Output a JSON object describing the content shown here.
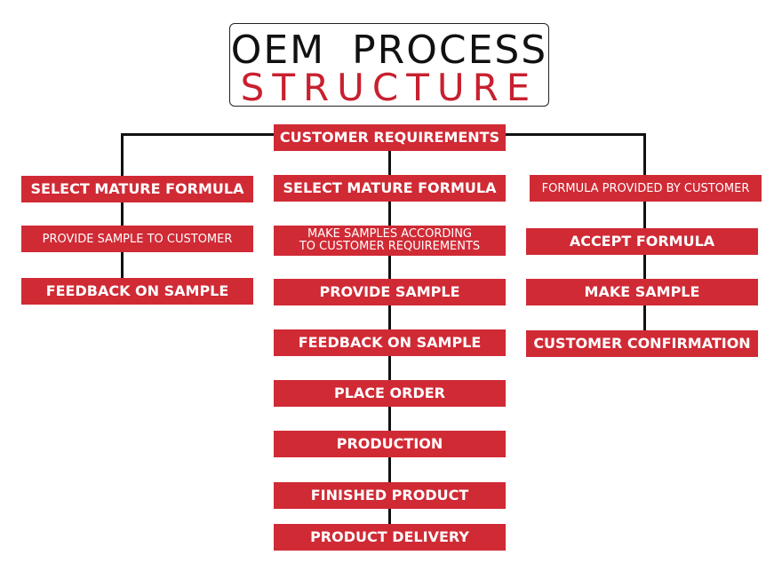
{
  "title": {
    "line1": "OEM PROCESS",
    "line2": "STRUCTURE"
  },
  "colors": {
    "box_fill": "#d02a35",
    "title_red": "#c8202f",
    "line": "#111111",
    "text": "#ffffff"
  },
  "root": "CUSTOMER REQUIREMENTS",
  "branches": {
    "left": [
      "SELECT MATURE FORMULA",
      "PROVIDE SAMPLE TO CUSTOMER",
      "FEEDBACK ON SAMPLE"
    ],
    "middle": [
      "SELECT MATURE FORMULA",
      "MAKE SAMPLES ACCORDING\nTO CUSTOMER REQUIREMENTS",
      "PROVIDE SAMPLE",
      "FEEDBACK ON SAMPLE",
      "PLACE ORDER",
      "PRODUCTION",
      "FINISHED PRODUCT",
      "PRODUCT DELIVERY"
    ],
    "right": [
      "FORMULA PROVIDED BY CUSTOMER",
      "ACCEPT FORMULA",
      "MAKE SAMPLE",
      "CUSTOMER CONFIRMATION"
    ]
  }
}
